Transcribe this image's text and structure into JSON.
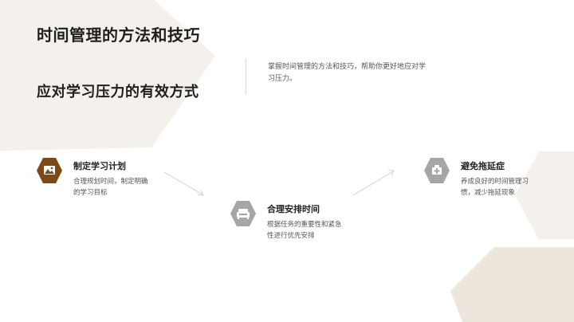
{
  "title": "时间管理的方法和技巧",
  "subtitle": "应对学习压力的有效方式",
  "intro": "掌握时间管理的方法和技巧，帮助你更好地应对学习压力。",
  "steps": [
    {
      "title": "制定学习计划",
      "desc": "合理规划时间，制定明确的学习目标",
      "icon": "image-icon",
      "color": "#7b4a17"
    },
    {
      "title": "合理安排时间",
      "desc": "根据任务的重要性和紧急性进行优先安排",
      "icon": "sofa-icon",
      "color": "#a6a6a6"
    },
    {
      "title": "避免拖延症",
      "desc": "养成良好的时间管理习惯，减少拖延现象",
      "icon": "medical-cross-icon",
      "color": "#a6a6a6"
    }
  ],
  "colors": {
    "accent": "#7b4a17",
    "neutral": "#a6a6a6",
    "bg_shape": "#f3f0eb",
    "bg_shape_dark": "#ebe5dc"
  }
}
